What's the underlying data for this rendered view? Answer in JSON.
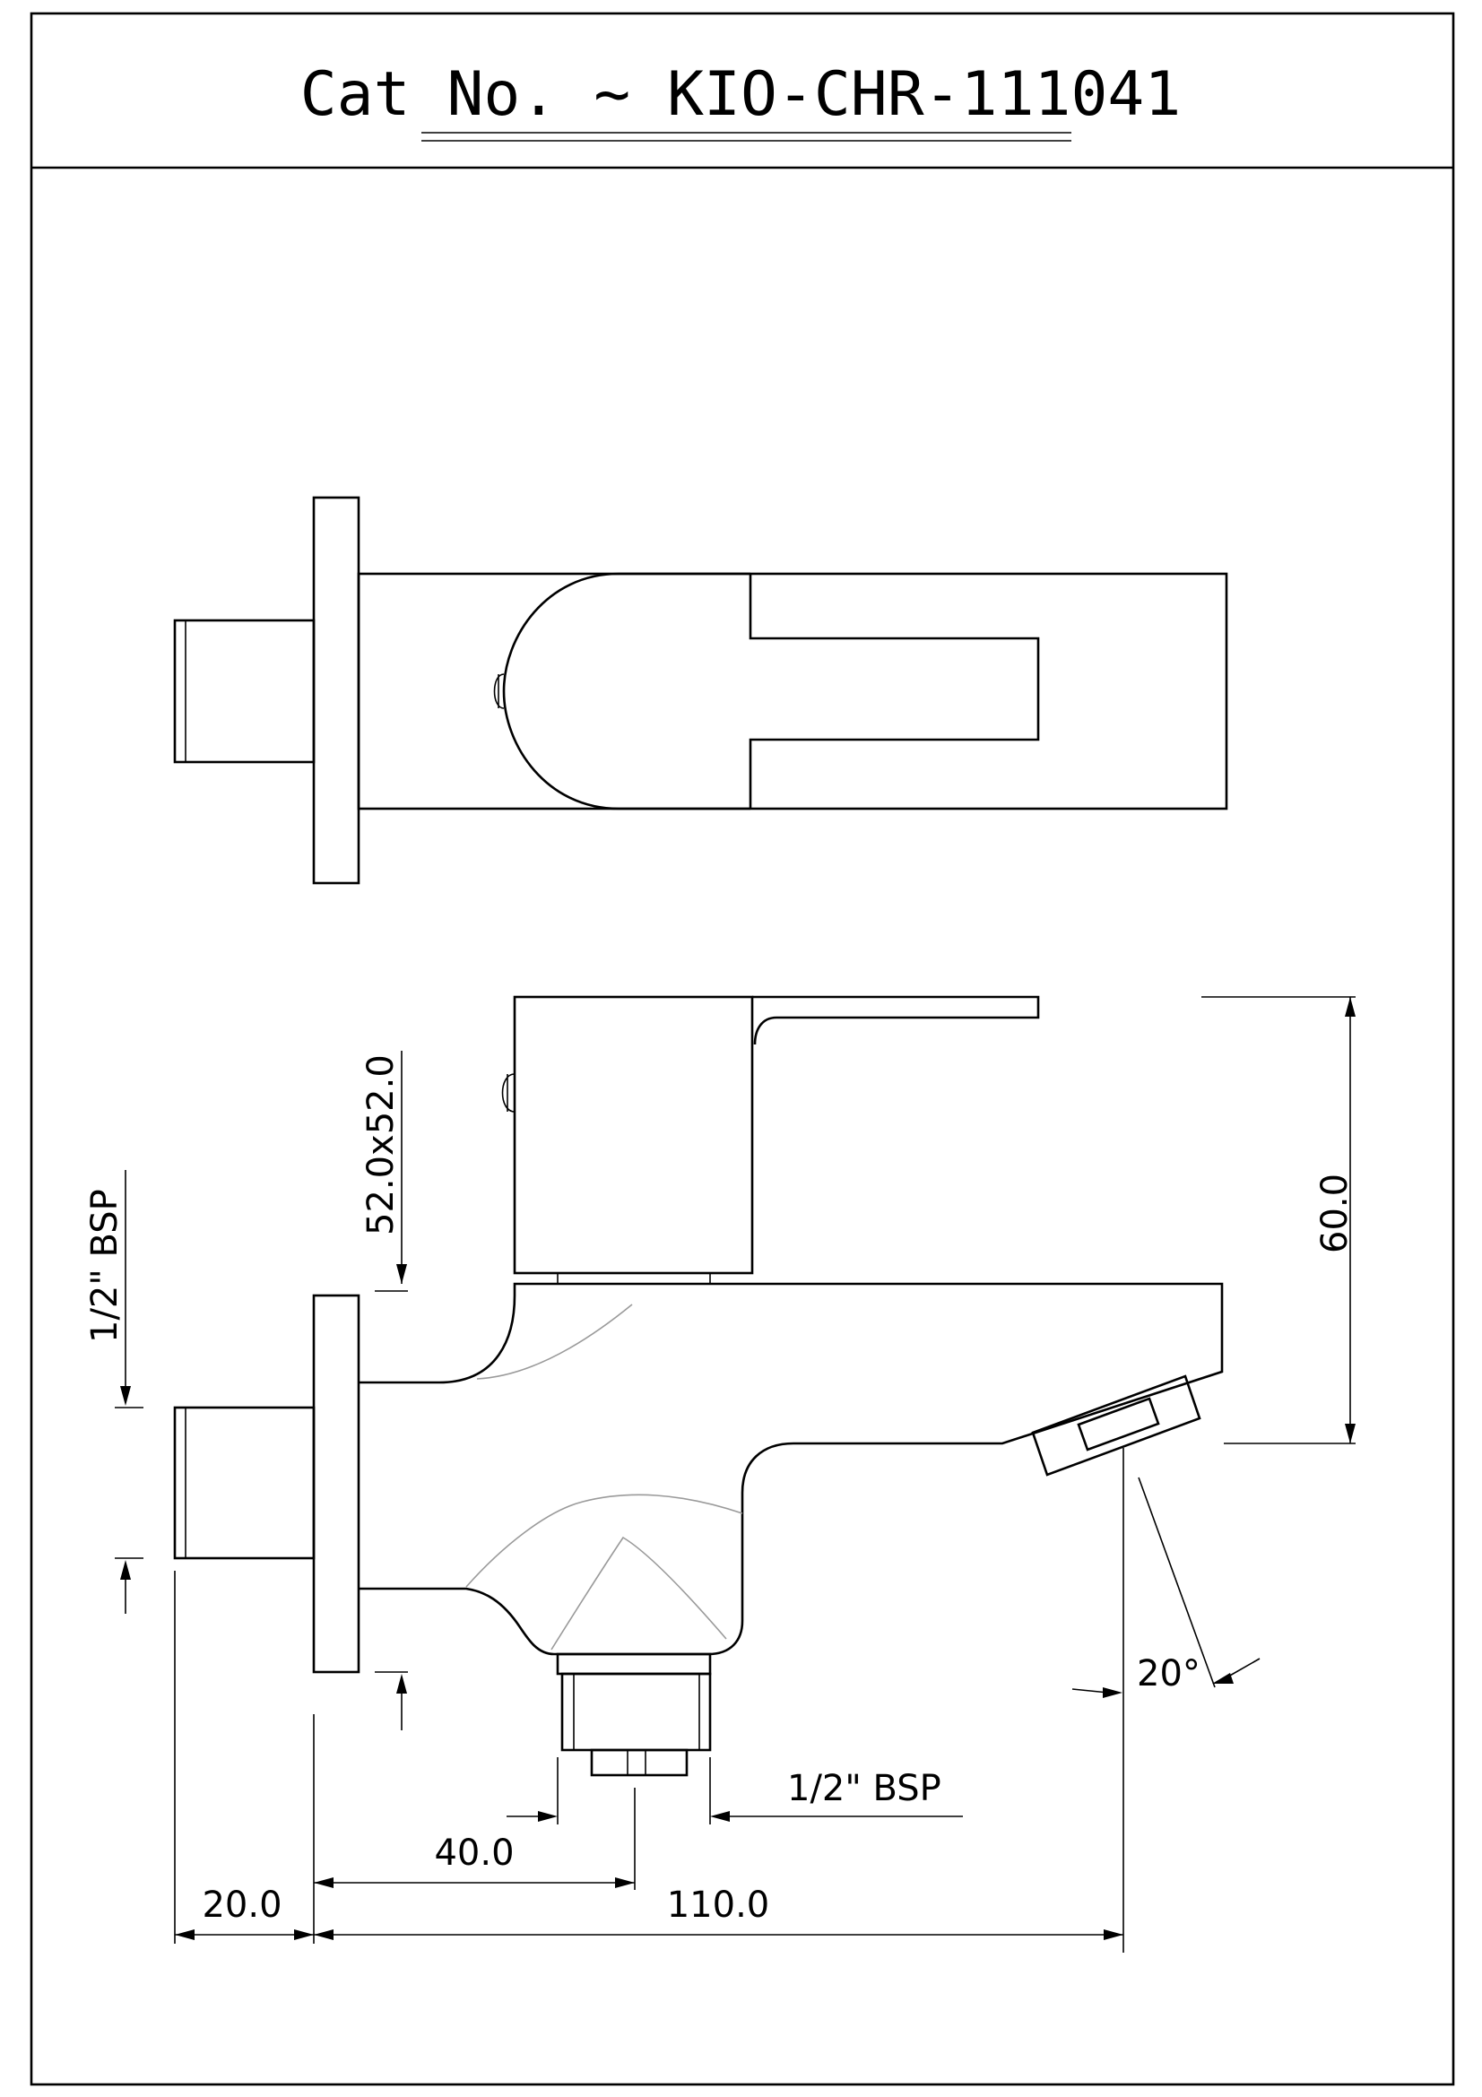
{
  "title_block": {
    "catalog_label": "Cat No. ~ KIO-CHR-111041"
  },
  "dimensions": {
    "body_size": "52.0x52.0",
    "inlet_thread_left": "1/2\" BSP",
    "height": "60.0",
    "spout_angle": "20°",
    "outlet_thread": "1/2\" BSP",
    "outlet_offset": "40.0",
    "flange_thread_length": "20.0",
    "overall_projection": "110.0"
  }
}
